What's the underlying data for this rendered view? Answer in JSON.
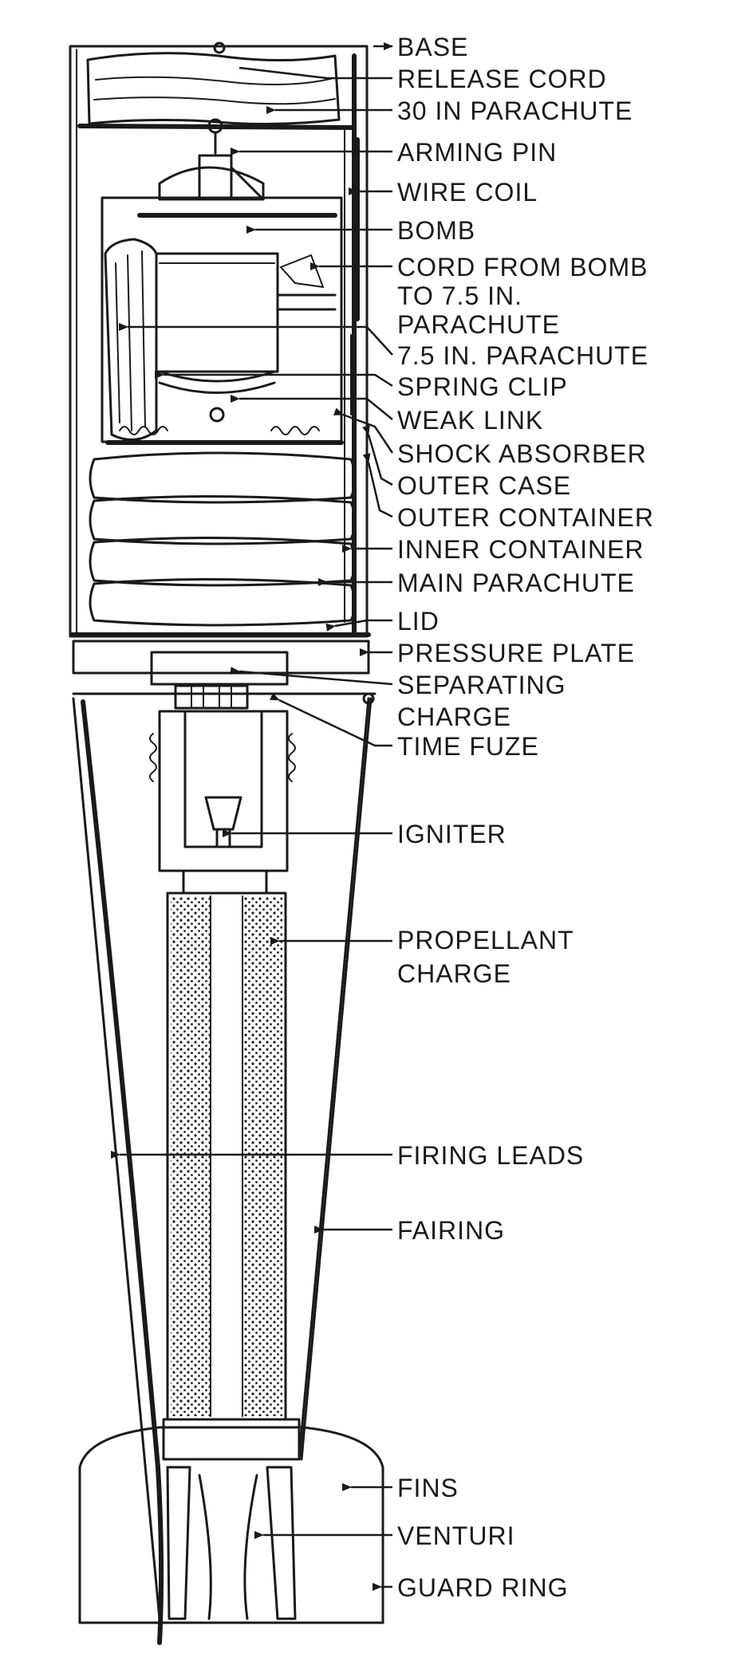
{
  "diagram": {
    "labels": [
      {
        "id": "base",
        "text": "BASE"
      },
      {
        "id": "release-cord",
        "text": "RELEASE CORD"
      },
      {
        "id": "parachute-30",
        "text": "30 IN PARACHUTE"
      },
      {
        "id": "arming-pin",
        "text": "ARMING PIN"
      },
      {
        "id": "wire-coil",
        "text": "WIRE COIL"
      },
      {
        "id": "bomb",
        "text": "BOMB"
      },
      {
        "id": "cord-1",
        "text": "CORD FROM BOMB"
      },
      {
        "id": "cord-2",
        "text": "TO 7.5 IN."
      },
      {
        "id": "cord-3",
        "text": "PARACHUTE"
      },
      {
        "id": "parachute-75",
        "text": "7.5 IN. PARACHUTE"
      },
      {
        "id": "spring-clip",
        "text": "SPRING CLIP"
      },
      {
        "id": "weak-link",
        "text": "WEAK LINK"
      },
      {
        "id": "shock-absorber",
        "text": "SHOCK ABSORBER"
      },
      {
        "id": "outer-case",
        "text": "OUTER CASE"
      },
      {
        "id": "outer-container",
        "text": "OUTER CONTAINER"
      },
      {
        "id": "inner-container",
        "text": "INNER CONTAINER"
      },
      {
        "id": "main-parachute",
        "text": "MAIN PARACHUTE"
      },
      {
        "id": "lid",
        "text": "LID"
      },
      {
        "id": "pressure-plate",
        "text": "PRESSURE PLATE"
      },
      {
        "id": "separating-1",
        "text": "SEPARATING"
      },
      {
        "id": "separating-2",
        "text": "CHARGE"
      },
      {
        "id": "time-fuze",
        "text": "TIME FUZE"
      },
      {
        "id": "igniter",
        "text": "IGNITER"
      },
      {
        "id": "propellant-1",
        "text": "PROPELLANT"
      },
      {
        "id": "propellant-2",
        "text": "CHARGE"
      },
      {
        "id": "firing-leads",
        "text": "FIRING LEADS"
      },
      {
        "id": "fairing",
        "text": "FAIRING"
      },
      {
        "id": "fins",
        "text": "FINS"
      },
      {
        "id": "venturi",
        "text": "VENTURI"
      },
      {
        "id": "guard-ring",
        "text": "GUARD RING"
      }
    ]
  }
}
